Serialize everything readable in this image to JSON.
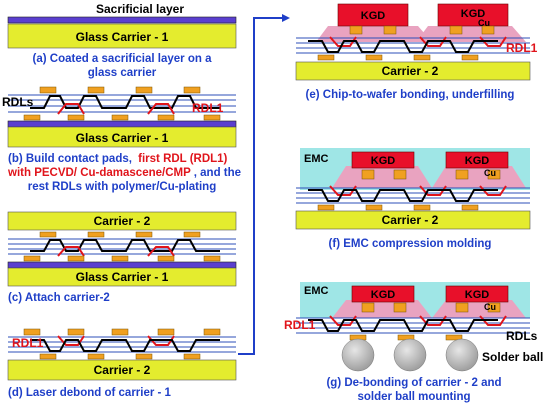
{
  "panels": {
    "a": {
      "top_label": "Sacrificial layer",
      "carrier": "Glass Carrier - 1",
      "caption_line1": "(a) Coated a sacrificial layer on a",
      "caption_line2": "glass carrier"
    },
    "b": {
      "rdls": "RDLs",
      "rdl1": "RDL1",
      "carrier": "Glass Carrier - 1",
      "caption_line1_blue": "(b) Build contact pads,",
      "caption_line1_red": "first RDL (RDL1)",
      "caption_line2_red": "with PECVD/ Cu-damascene/CMP",
      "caption_line2_blue": ", and the",
      "caption_line3": "rest RDLs with polymer/Cu-plating"
    },
    "c": {
      "carrier_top": "Carrier - 2",
      "carrier_bottom": "Glass Carrier - 1",
      "caption": "(c) Attach carrier-2"
    },
    "d": {
      "rdl1": "RDL1",
      "carrier": "Carrier - 2",
      "caption": "(d) Laser debond of carrier - 1"
    },
    "e": {
      "kgd1": "KGD",
      "kgd2": "KGD",
      "cu": "Cu",
      "rdl1": "RDL1",
      "carrier": "Carrier - 2",
      "caption": "(e) Chip-to-wafer bonding, underfilling"
    },
    "f": {
      "emc": "EMC",
      "kgd1": "KGD",
      "kgd2": "KGD",
      "cu": "Cu",
      "carrier": "Carrier - 2",
      "caption": "(f) EMC compression molding"
    },
    "g": {
      "emc": "EMC",
      "kgd1": "KGD",
      "kgd2": "KGD",
      "cu": "Cu",
      "rdl1": "RDL1",
      "rdls": "RDLs",
      "solder": "Solder ball",
      "caption_line1": "(g) De-bonding of carrier - 2 and",
      "caption_line2": "solder ball mounting"
    }
  },
  "colors": {
    "carrier": "#e4ec2e",
    "sacrificial": "#5a3fcf",
    "pad": "#f0a020",
    "rdl_line": "#2d4fb8",
    "rdl1": "#e0141b",
    "kgd": "#e8102a",
    "emc": "#9fe6e6",
    "underfill": "#e9a3c0",
    "solder": "#b8b8b8",
    "caption": "#1f3fc8"
  }
}
